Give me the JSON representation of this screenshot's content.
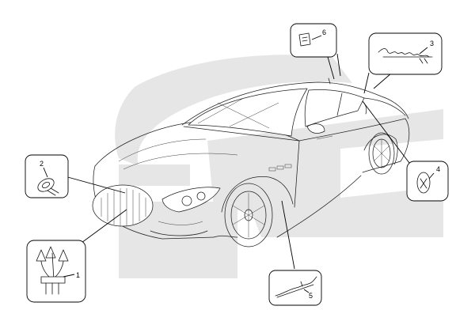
{
  "diagram": {
    "callouts": [
      {
        "id": "1",
        "label": "1"
      },
      {
        "id": "2",
        "label": "2"
      },
      {
        "id": "3",
        "label": "3"
      },
      {
        "id": "4",
        "label": "4"
      },
      {
        "id": "5",
        "label": "5"
      },
      {
        "id": "6",
        "label": "6"
      }
    ],
    "colors": {
      "watermark": "#e6e6e6",
      "line": "#000000",
      "background": "#ffffff"
    }
  }
}
